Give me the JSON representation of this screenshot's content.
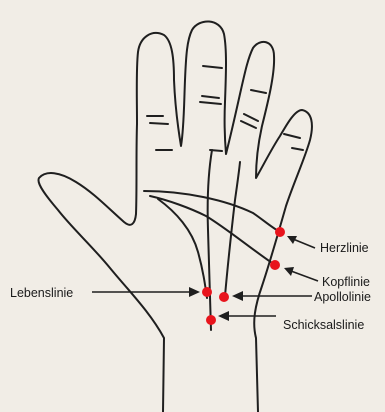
{
  "labels": {
    "herzlinie": "Herzlinie",
    "kopflinie": "Kopflinie",
    "apollolinie": "Apollolinie",
    "lebenslinie": "Lebenslinie",
    "schicksalslinie": "Schicksalslinie"
  },
  "colors": {
    "background": "#f1ede6",
    "outline": "#1f1f1f",
    "marker": "#e8141c"
  }
}
